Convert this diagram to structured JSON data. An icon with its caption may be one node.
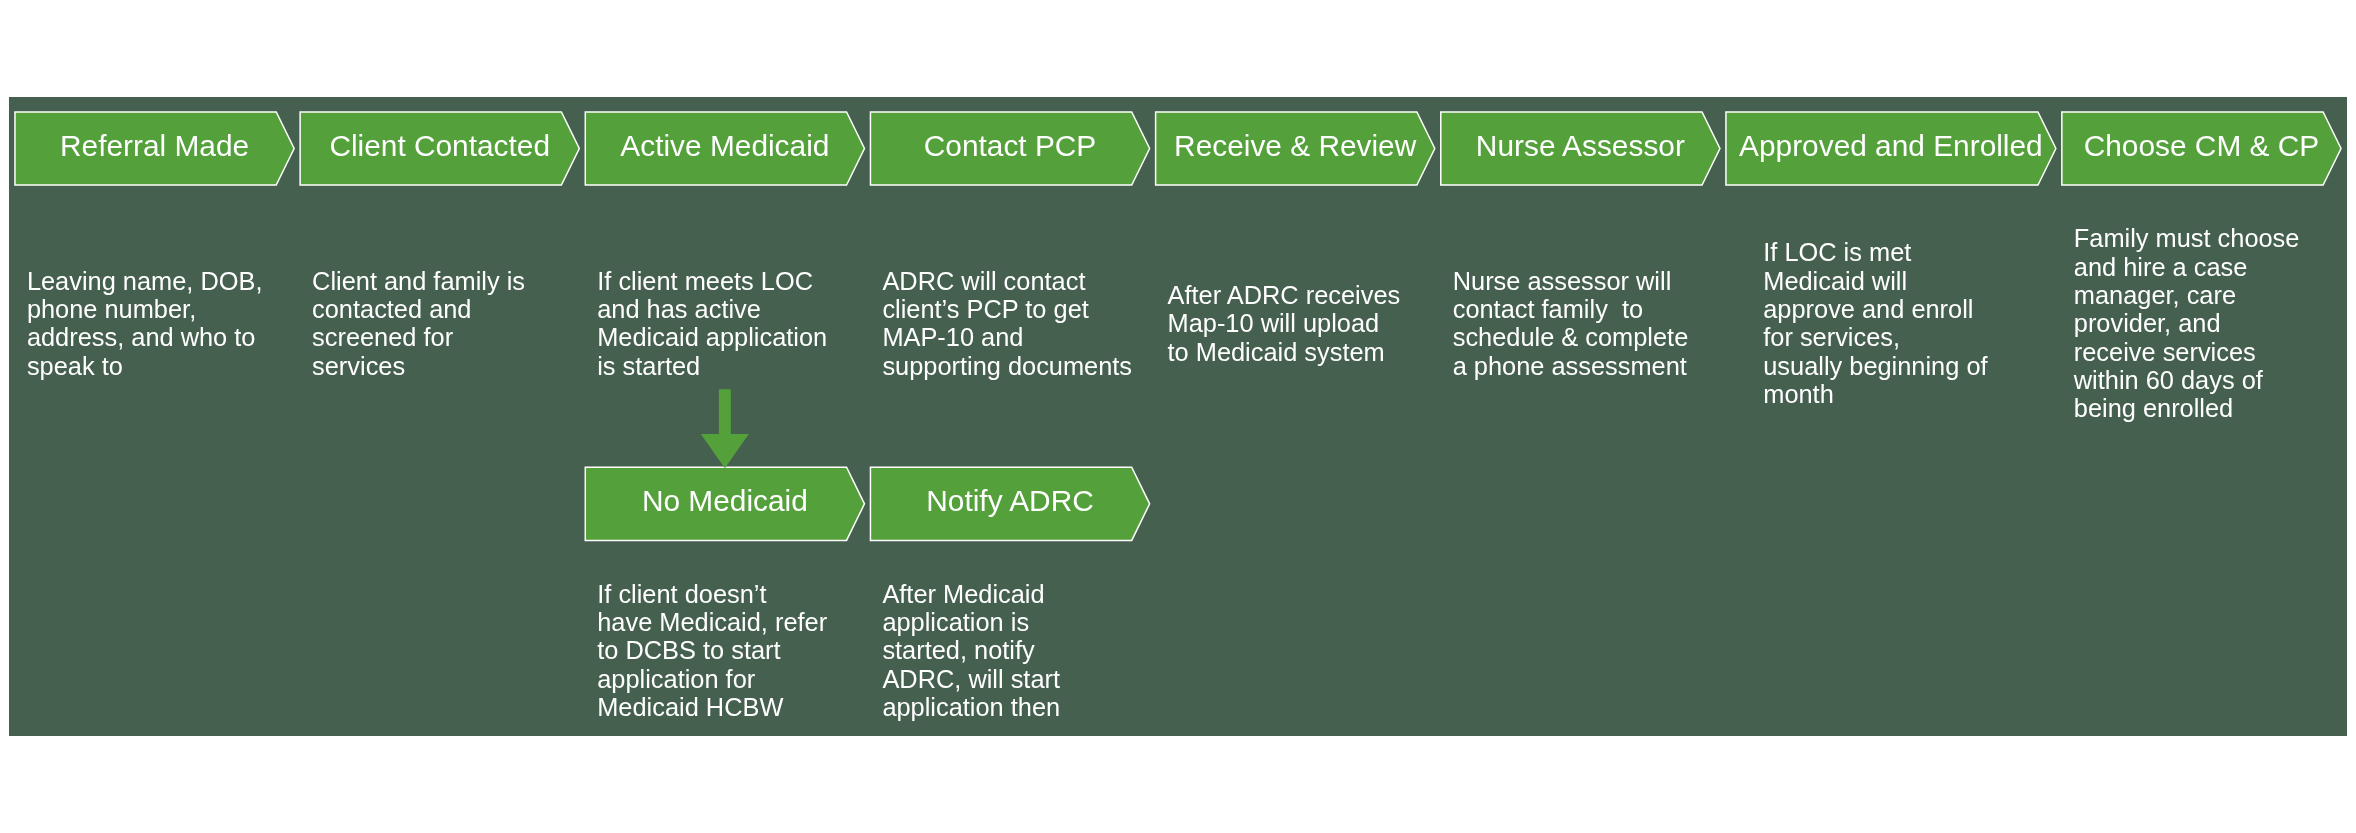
{
  "diagram": {
    "nodes": [
      {
        "text": [
          "Referral Made"
        ],
        "beside": [
          "Leaving name, DOB, phone number, address, and who to speak to"
        ]
      },
      {
        "text": [
          "Client Contacted"
        ],
        "beside": [
          "Client and family is contacted and screened for services"
        ]
      },
      {
        "text": [
          "Active Medicaid"
        ],
        "beside": [
          "If client meets LOC and has active Medicaid application is started"
        ]
      },
      {
        "text": [
          "Contact PCP"
        ],
        "beside": [
          "ADRC will contact client’s PCP to get MAP-10 and supporting documents"
        ]
      },
      {
        "text": [
          "Receive & Review"
        ],
        "beside": [
          "After ADRC receives Map-10 will upload to Medicaid system"
        ]
      },
      {
        "text": [
          "Nurse Assessor"
        ],
        "beside": [
          "Nurse assessor will contact family  to schedule & complete a phone assessment"
        ]
      },
      {
        "text": [
          "Approved and Enrolled"
        ],
        "beside": [
          "If LOC is met Medicaid will approve and enroll for services, usually beginning of month"
        ]
      },
      {
        "text": [
          "Choose CM & CP"
        ],
        "beside": [
          "Family must choose and hire a case manager, care provider, and receive services within 60 days of being enrolled"
        ]
      },
      {
        "text": [
          "No Medicaid"
        ],
        "beside": [
          "If client doesn’t have Medicaid, refer to DCBS to start application for Medicaid HCBW"
        ]
      },
      {
        "text": [
          "Notify ADRC"
        ],
        "beside": [
          "After Medicaid application is started, notify ADRC, will start application then"
        ]
      }
    ],
    "edges": [
      {
        "from": 2,
        "to": 8,
        "arrow": "to",
        "color": "#54a03a"
      }
    ]
  }
}
